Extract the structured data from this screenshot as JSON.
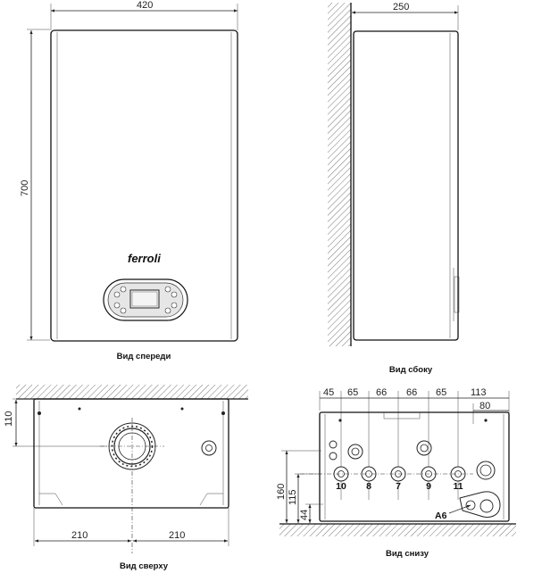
{
  "views": {
    "front": {
      "caption": "Вид спереди",
      "width_dim": "420",
      "height_dim": "700",
      "logo": "ferroli"
    },
    "side": {
      "caption": "Вид сбоку",
      "depth_dim": "250"
    },
    "top": {
      "caption": "Вид сверху",
      "depth_dim": "110",
      "left_dim": "210",
      "right_dim": "210"
    },
    "bottom": {
      "caption": "Вид снизу",
      "spacing_dims": [
        "45",
        "65",
        "66",
        "66",
        "65",
        "113"
      ],
      "offset_dim": "80",
      "height_dims": [
        "160",
        "115",
        "44"
      ],
      "connections": [
        "10",
        "8",
        "7",
        "9",
        "11"
      ],
      "drain_label": "A6"
    }
  },
  "colors": {
    "line": "#222222",
    "hatch": "#555555",
    "background": "#ffffff"
  }
}
